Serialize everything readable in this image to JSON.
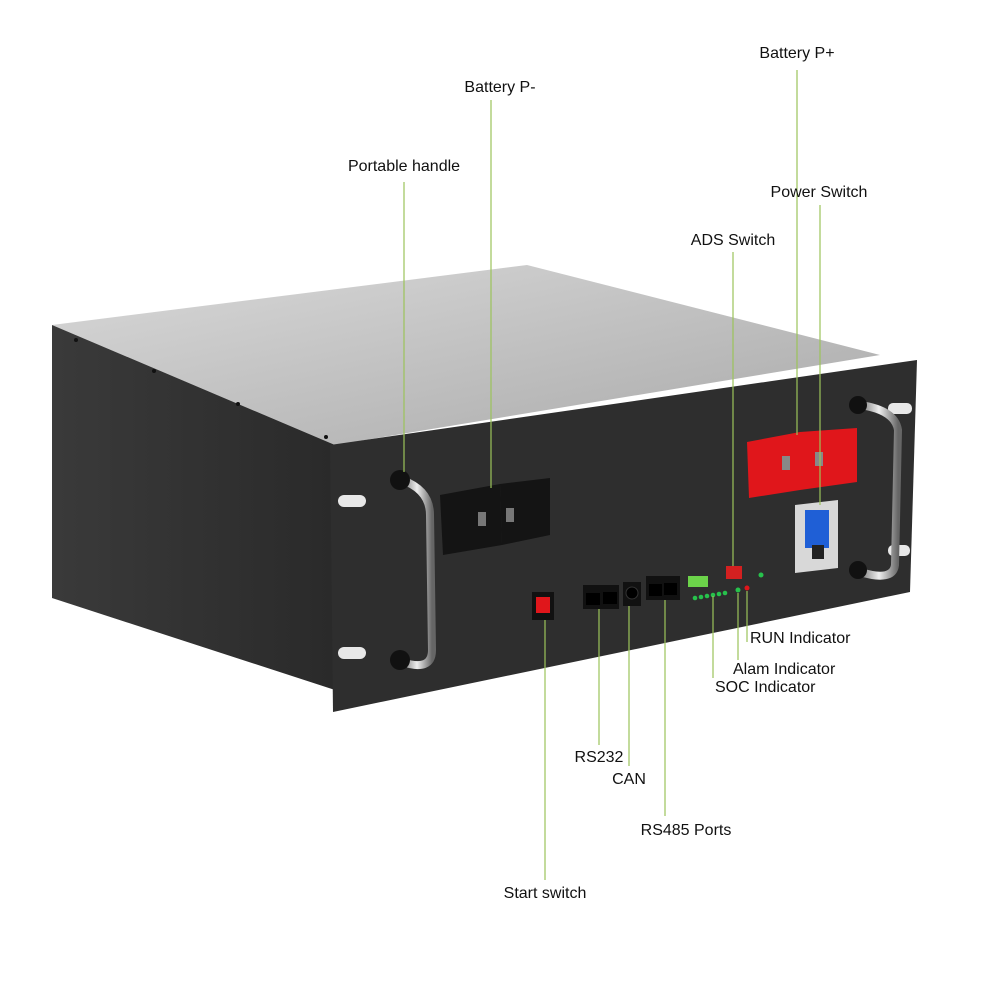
{
  "labels": {
    "battery_p_minus": "Battery P-",
    "battery_p_plus": "Battery P+",
    "portable_handle": "Portable handle",
    "power_switch": "Power Switch",
    "ads_switch": "ADS Switch",
    "run_indicator": "RUN Indicator",
    "alarm_indicator": "Alam Indicator",
    "soc_indicator": "SOC Indicator",
    "rs232": "RS232",
    "can": "CAN",
    "rs485": "RS485 Ports",
    "start_switch": "Start switch"
  },
  "colors": {
    "leader": "#9bc35a",
    "terminal_positive": "#e0161b",
    "terminal_negative": "#1a1a1a",
    "panel": "#2e2e2e"
  }
}
